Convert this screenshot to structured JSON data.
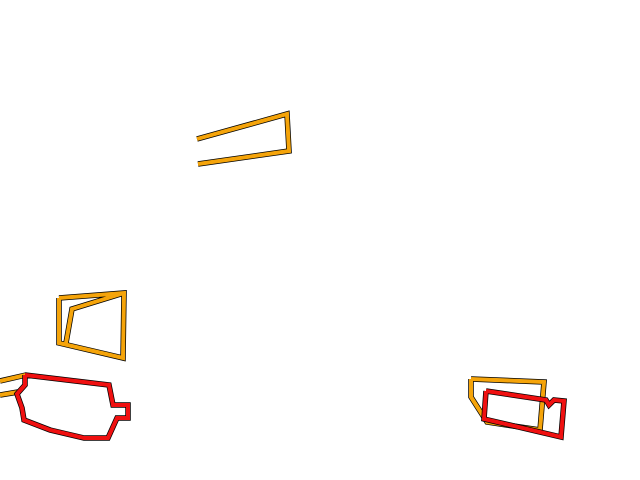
{
  "colors": {
    "background": "#ffffff",
    "orange": "#f5a40a",
    "red": "#f01010",
    "edge": "#000000"
  },
  "shapes": [
    {
      "name": "orange-quad-top",
      "color": "orange"
    },
    {
      "name": "orange-quad-left",
      "color": "orange"
    },
    {
      "name": "orange-fragment-bottom-left",
      "color": "orange"
    },
    {
      "name": "red-blob-bottom-left",
      "color": "red"
    },
    {
      "name": "orange-quad-bottom-right",
      "color": "orange"
    },
    {
      "name": "red-quad-bottom-right",
      "color": "red"
    }
  ]
}
